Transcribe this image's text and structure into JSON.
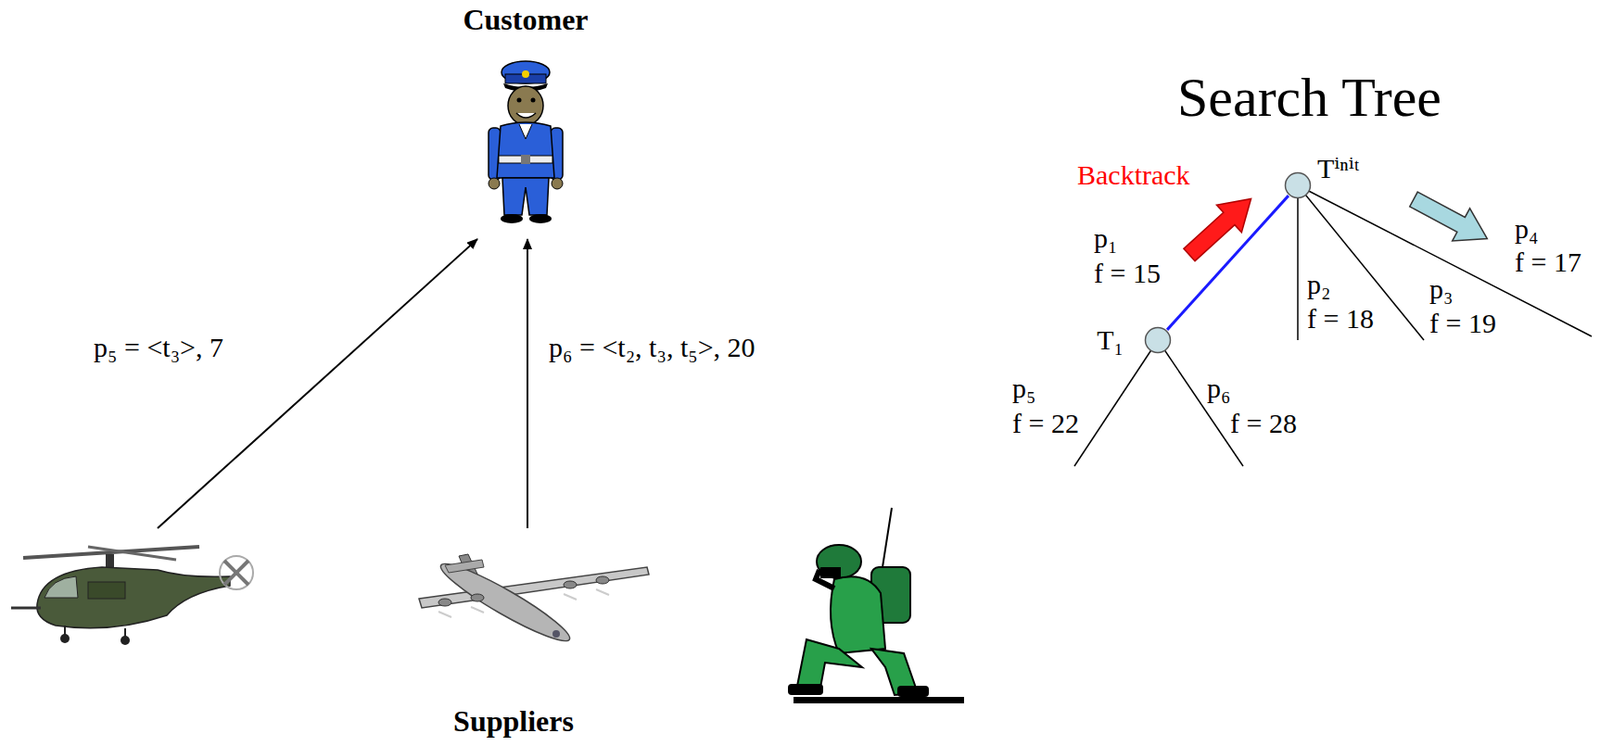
{
  "diagram": {
    "nodes": [
      {
        "text": [
          "Customer"
        ]
      },
      {
        "text": [
          "Suppliers"
        ]
      },
      {
        "text": [
          "Tⁱⁿⁱᵗ"
        ]
      },
      {
        "text": [
          "T₁"
        ]
      }
    ],
    "edges": [
      {
        "from": 1,
        "to": 0,
        "arrow": "to",
        "label": "p₅ = <t₃>, 7"
      },
      {
        "from": 1,
        "to": 0,
        "arrow": "to",
        "label": "p₆ = <t₂, t₃, t₅>, 20"
      },
      {
        "from": 2,
        "to": 3,
        "arrow": "none",
        "label": "p₁"
      }
    ],
    "labels": [
      "Search Tree",
      "Backtrack",
      "f = 15",
      "p₂",
      "f = 18",
      "p₃",
      "f = 19",
      "p₄",
      "f = 17",
      "p₅",
      "f = 22",
      "p₆",
      "f = 28"
    ]
  }
}
